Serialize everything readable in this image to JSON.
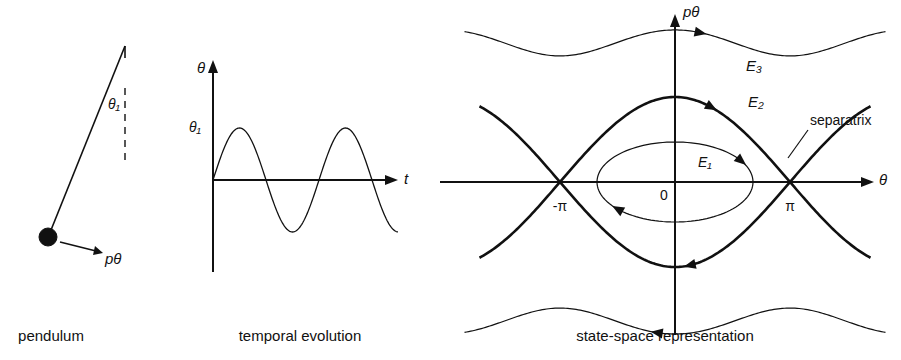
{
  "diagram": {
    "labels": [
      "θ₁",
      "pθ",
      "pendulum",
      "θ",
      "θ₁",
      "t",
      "temporal evolution",
      "pθ",
      "E₃",
      "E₂",
      "separatrix",
      "E₁",
      "-π",
      "0",
      "π",
      "θ",
      "state-space representation"
    ]
  }
}
